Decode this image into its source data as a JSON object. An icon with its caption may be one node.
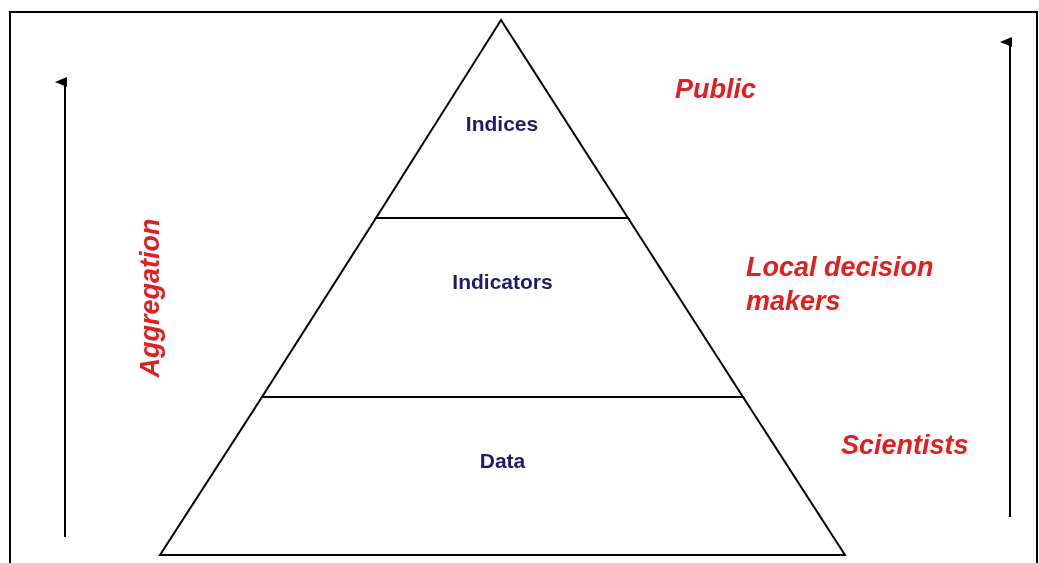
{
  "diagram": {
    "nodes": [
      {
        "text": [
          "Indices"
        ]
      },
      {
        "text": [
          "Indicators"
        ]
      },
      {
        "text": [
          "Data"
        ]
      }
    ],
    "labels": [
      "Aggregation",
      "Public",
      "Local decision makers",
      "Scientists"
    ]
  }
}
